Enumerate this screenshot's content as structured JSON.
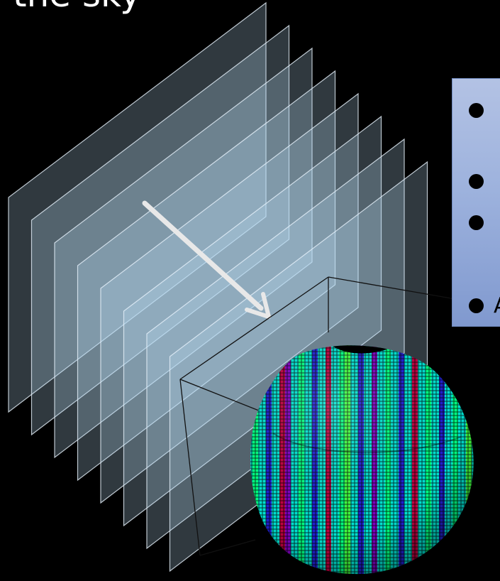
{
  "title": {
    "line1": "",
    "line2": "the sky"
  },
  "bullet_box": {
    "bullets": [
      "",
      "",
      "",
      ""
    ],
    "partial_text_last": "A"
  },
  "colors": {
    "background": "#000000",
    "plane_fill": "#b9dcf4",
    "plane_edge": "#e6f1fb",
    "arrow": "#e8e8e8",
    "bullet_box": "#a4b6df"
  },
  "diagram": {
    "plane_count": 8,
    "sphere_palette": [
      "#00e0d0",
      "#00ff80",
      "#2020d0",
      "#c00040",
      "#8000c0",
      "#40ff40"
    ]
  }
}
